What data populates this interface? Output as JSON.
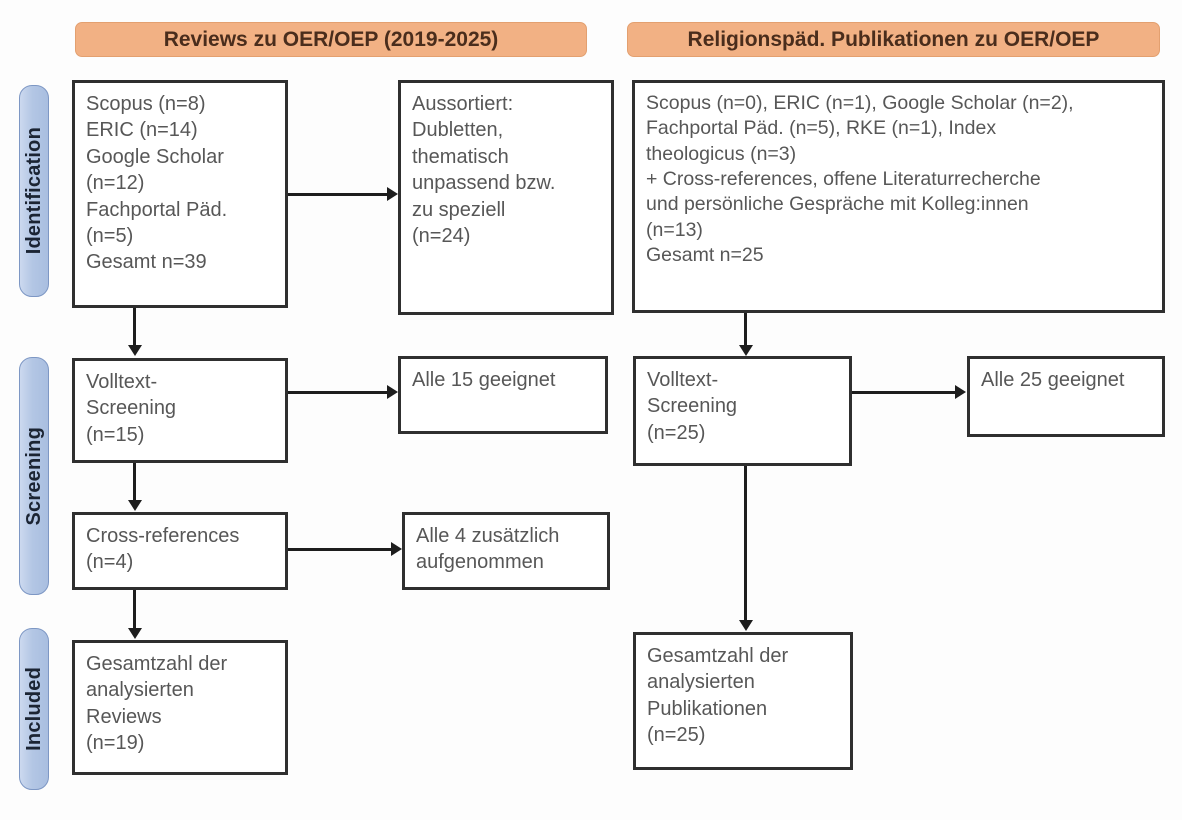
{
  "figure": {
    "type": "prisma-flow-diagram",
    "phases": [
      {
        "id": "identification",
        "label": "Identification"
      },
      {
        "id": "screening",
        "label": "Screening"
      },
      {
        "id": "included",
        "label": "Included"
      }
    ],
    "columns": [
      {
        "id": "reviews",
        "header": "Reviews zu OER/OEP (2019-2025)"
      },
      {
        "id": "religionspaed",
        "header": "Religionspäd. Publikationen zu OER/OEP"
      }
    ],
    "colors": {
      "header_fill": "#f2b184",
      "header_border": "#e3a070",
      "header_text": "#4a2d1c",
      "pill_fill": "#b3c6e4",
      "pill_border": "#7d97c4",
      "pill_text": "#1b2433",
      "box_fill": "#ffffff",
      "box_border": "#2f2f2f",
      "box_text": "#575757",
      "connector": "#1d1d1d"
    },
    "nodes": {
      "left_sources": {
        "lines": [
          "Scopus (n=8)",
          "ERIC (n=14)",
          "Google Scholar",
          "(n=12)",
          "Fachportal Päd.",
          "(n=5)",
          "Gesamt n=39"
        ]
      },
      "left_excluded": {
        "lines": [
          "Aussortiert:",
          "Dubletten,",
          "thematisch",
          "unpassend bzw.",
          "zu speziell",
          "(n=24)"
        ]
      },
      "left_fulltext": {
        "lines": [
          "Volltext-",
          "Screening",
          "(n=15)"
        ]
      },
      "left_eligible": {
        "lines": [
          "Alle 15 geeignet"
        ]
      },
      "left_crossref": {
        "lines": [
          "Cross-references",
          "(n=4)"
        ]
      },
      "left_crossref_added": {
        "lines": [
          "Alle 4 zusätzlich",
          "aufgenommen"
        ]
      },
      "left_included": {
        "lines": [
          "Gesamtzahl der",
          "analysierten",
          "Reviews",
          "(n=19)"
        ]
      },
      "right_sources": {
        "lines": [
          "Scopus (n=0), ERIC (n=1), Google Scholar (n=2),",
          "Fachportal Päd. (n=5), RKE (n=1), Index",
          "theologicus (n=3)",
          "+ Cross-references, offene Literaturrecherche",
          "und persönliche Gespräche mit Kolleg:innen",
          "(n=13)",
          "Gesamt n=25"
        ]
      },
      "right_fulltext": {
        "lines": [
          "Volltext-",
          "Screening",
          "(n=25)"
        ]
      },
      "right_eligible": {
        "lines": [
          "Alle 25 geeignet"
        ]
      },
      "right_included": {
        "lines": [
          "Gesamtzahl der",
          "analysierten",
          "Publikationen",
          "(n=25)"
        ]
      }
    },
    "counts": {
      "left_scopus": 8,
      "left_eric": 14,
      "left_google_scholar": 12,
      "left_fachportal": 5,
      "left_total": 39,
      "left_excluded": 24,
      "left_fulltext_screened": 15,
      "left_eligible": 15,
      "left_crossrefs": 4,
      "left_crossrefs_added": 4,
      "left_included": 19,
      "right_scopus": 0,
      "right_eric": 1,
      "right_google_scholar": 2,
      "right_fachportal": 5,
      "right_rke": 1,
      "right_index_theologicus": 3,
      "right_other": 13,
      "right_total": 25,
      "right_fulltext_screened": 25,
      "right_eligible": 25,
      "right_included": 25
    }
  }
}
